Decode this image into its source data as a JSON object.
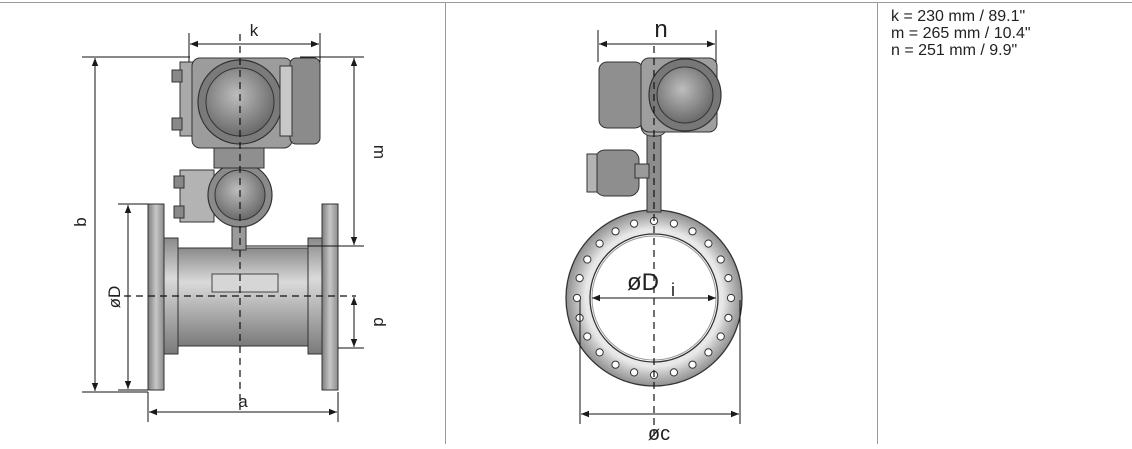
{
  "left_view": {
    "labels": {
      "k": "k",
      "m": "m",
      "b": "b",
      "D": "øD",
      "d": "d",
      "a": "a"
    }
  },
  "middle_view": {
    "labels": {
      "n": "n",
      "Di": "øD",
      "Di_sub": "i",
      "c": "øc"
    }
  },
  "dimensions": [
    {
      "text": "k = 230 mm / 89.1\""
    },
    {
      "text": "m = 265 mm / 10.4\""
    },
    {
      "text": "n = 251 mm / 9.9\""
    }
  ],
  "colors": {
    "metal_dark": "#6f6f6f",
    "metal_mid": "#9d9d9d",
    "metal_light": "#cfcfcf",
    "line": "#1a1a1a"
  }
}
